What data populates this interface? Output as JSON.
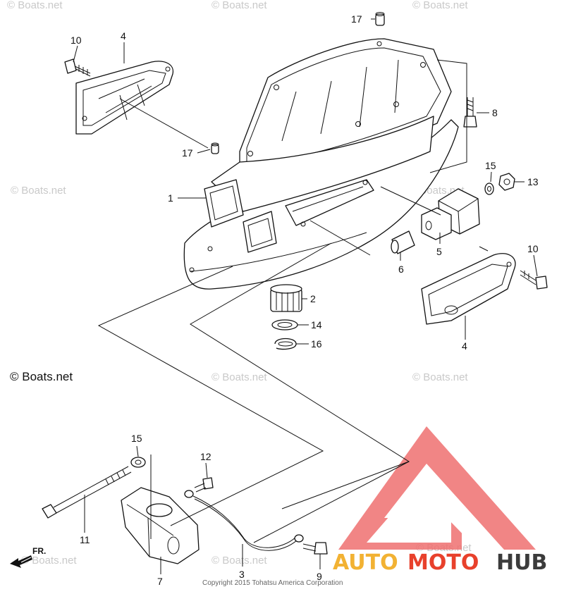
{
  "diagram": {
    "callouts": [
      {
        "id": "c17a",
        "label": "17"
      },
      {
        "id": "c10a",
        "label": "10"
      },
      {
        "id": "c4a",
        "label": "4"
      },
      {
        "id": "c8",
        "label": "8"
      },
      {
        "id": "c17b",
        "label": "17"
      },
      {
        "id": "c15a",
        "label": "15"
      },
      {
        "id": "c13",
        "label": "13"
      },
      {
        "id": "c1",
        "label": "1"
      },
      {
        "id": "c5",
        "label": "5"
      },
      {
        "id": "c10b",
        "label": "10"
      },
      {
        "id": "c6",
        "label": "6"
      },
      {
        "id": "c2",
        "label": "2"
      },
      {
        "id": "c14",
        "label": "14"
      },
      {
        "id": "c16",
        "label": "16"
      },
      {
        "id": "c4b",
        "label": "4"
      },
      {
        "id": "c15b",
        "label": "15"
      },
      {
        "id": "c12",
        "label": "12"
      },
      {
        "id": "c11",
        "label": "11"
      },
      {
        "id": "c7",
        "label": "7"
      },
      {
        "id": "c3",
        "label": "3"
      },
      {
        "id": "c9",
        "label": "9"
      }
    ],
    "front_marker": "FR.",
    "watermark_main": "© Boats.net",
    "watermark_repeat": "© Boats.net",
    "copyright": "Copyright 2015 Tohatsu America Corporation",
    "logo": {
      "auto": "AUTO",
      "moto": "MOTO",
      "hub": "HUB",
      "colors": {
        "auto": "#f2b233",
        "moto": "#e8412c",
        "hub": "#3b3b3b",
        "triangle": "#ef7070"
      }
    }
  }
}
